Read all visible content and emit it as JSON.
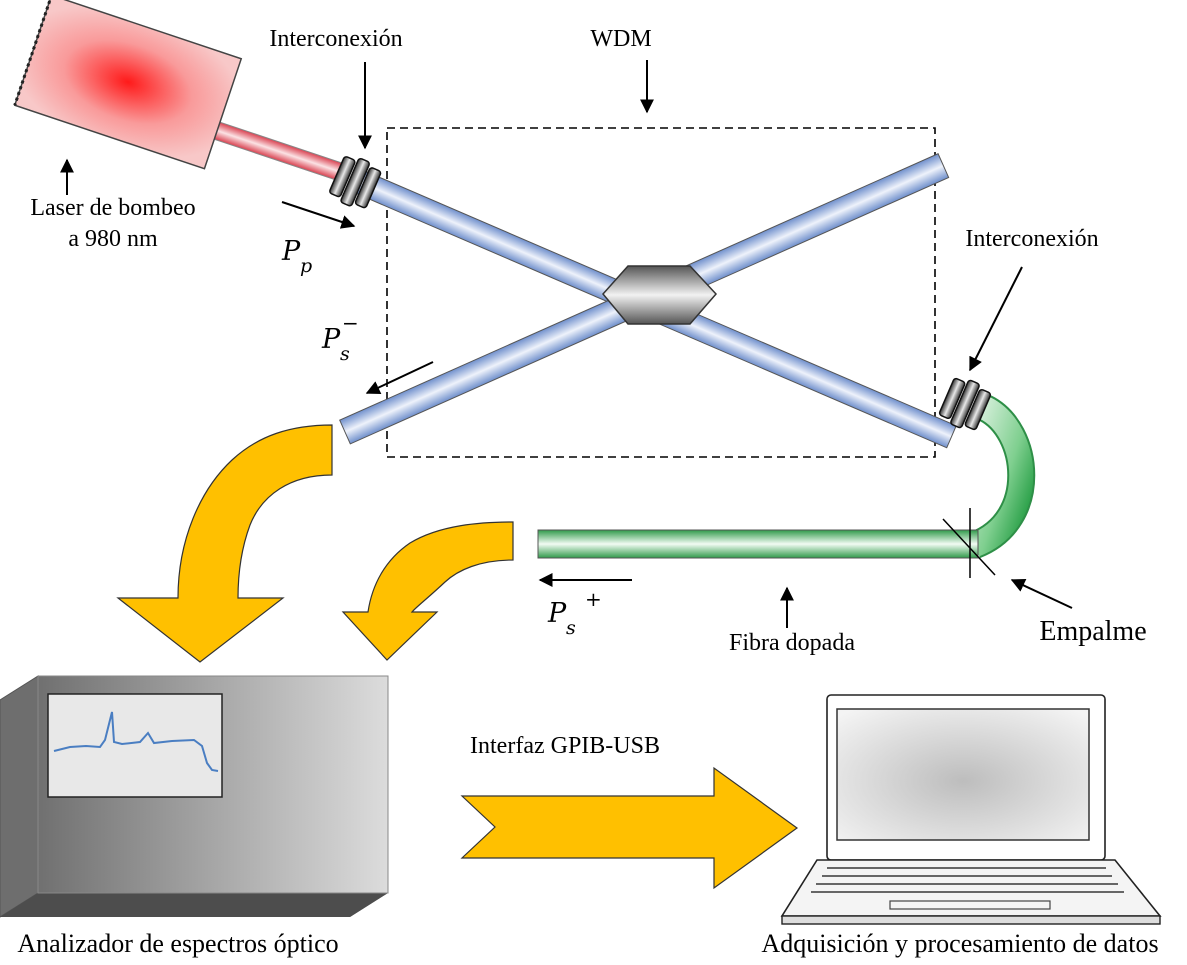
{
  "labels": {
    "laser_line1": "Laser de bombeo",
    "laser_line2": "a 980 nm",
    "interconnect_top": "Interconexión",
    "wdm": "WDM",
    "interconnect_right": "Interconexión",
    "splice": "Empalme",
    "doped_fiber": "Fibra dopada",
    "interface": "Interfaz GPIB-USB",
    "analyzer": "Analizador de espectros óptico",
    "computer": "Adquisición y procesamiento de datos"
  },
  "signals": {
    "pump": {
      "symbol": "P",
      "sub": "p",
      "sup": ""
    },
    "backward": {
      "symbol": "P",
      "sub": "s",
      "sup": "−"
    },
    "forward": {
      "symbol": "P",
      "sub": "s",
      "sup": "+"
    }
  },
  "icons": {
    "laser": "laser-source-icon",
    "coupler": "wdm-coupler-icon",
    "connector": "fiber-connector-icon",
    "analyzer": "spectrum-analyzer-icon",
    "computer": "laptop-icon"
  },
  "colors": {
    "fiber_blue": "#9fb4dc",
    "doped_fiber_green": "#3ea85a",
    "pump_fiber_red": "#e6707a",
    "laser_body": "#f7b8b8",
    "yellow_arrow": "#ffc000",
    "spectrum_trace": "#4a7ec2"
  }
}
